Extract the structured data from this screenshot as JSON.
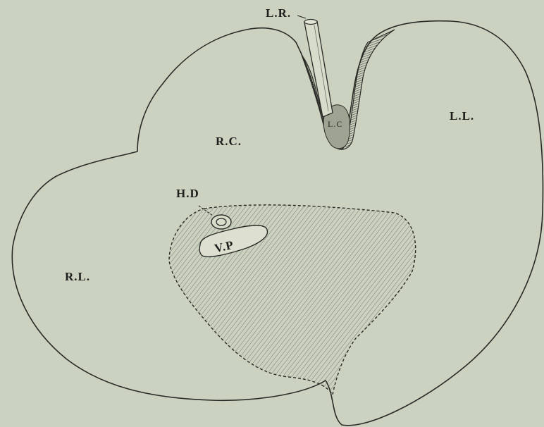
{
  "figure": {
    "labels": {
      "lig_rotundum": "L.R.",
      "lobus_caudatus": "L.C",
      "left_lobe": "L.L.",
      "right_central": "R.C.",
      "right_lobe": "R.L.",
      "hepatic_duct": "H.D",
      "vena_portae": "V.P"
    }
  },
  "colors": {
    "paper": "#ccd2c0",
    "ink": "#2a2a26"
  }
}
